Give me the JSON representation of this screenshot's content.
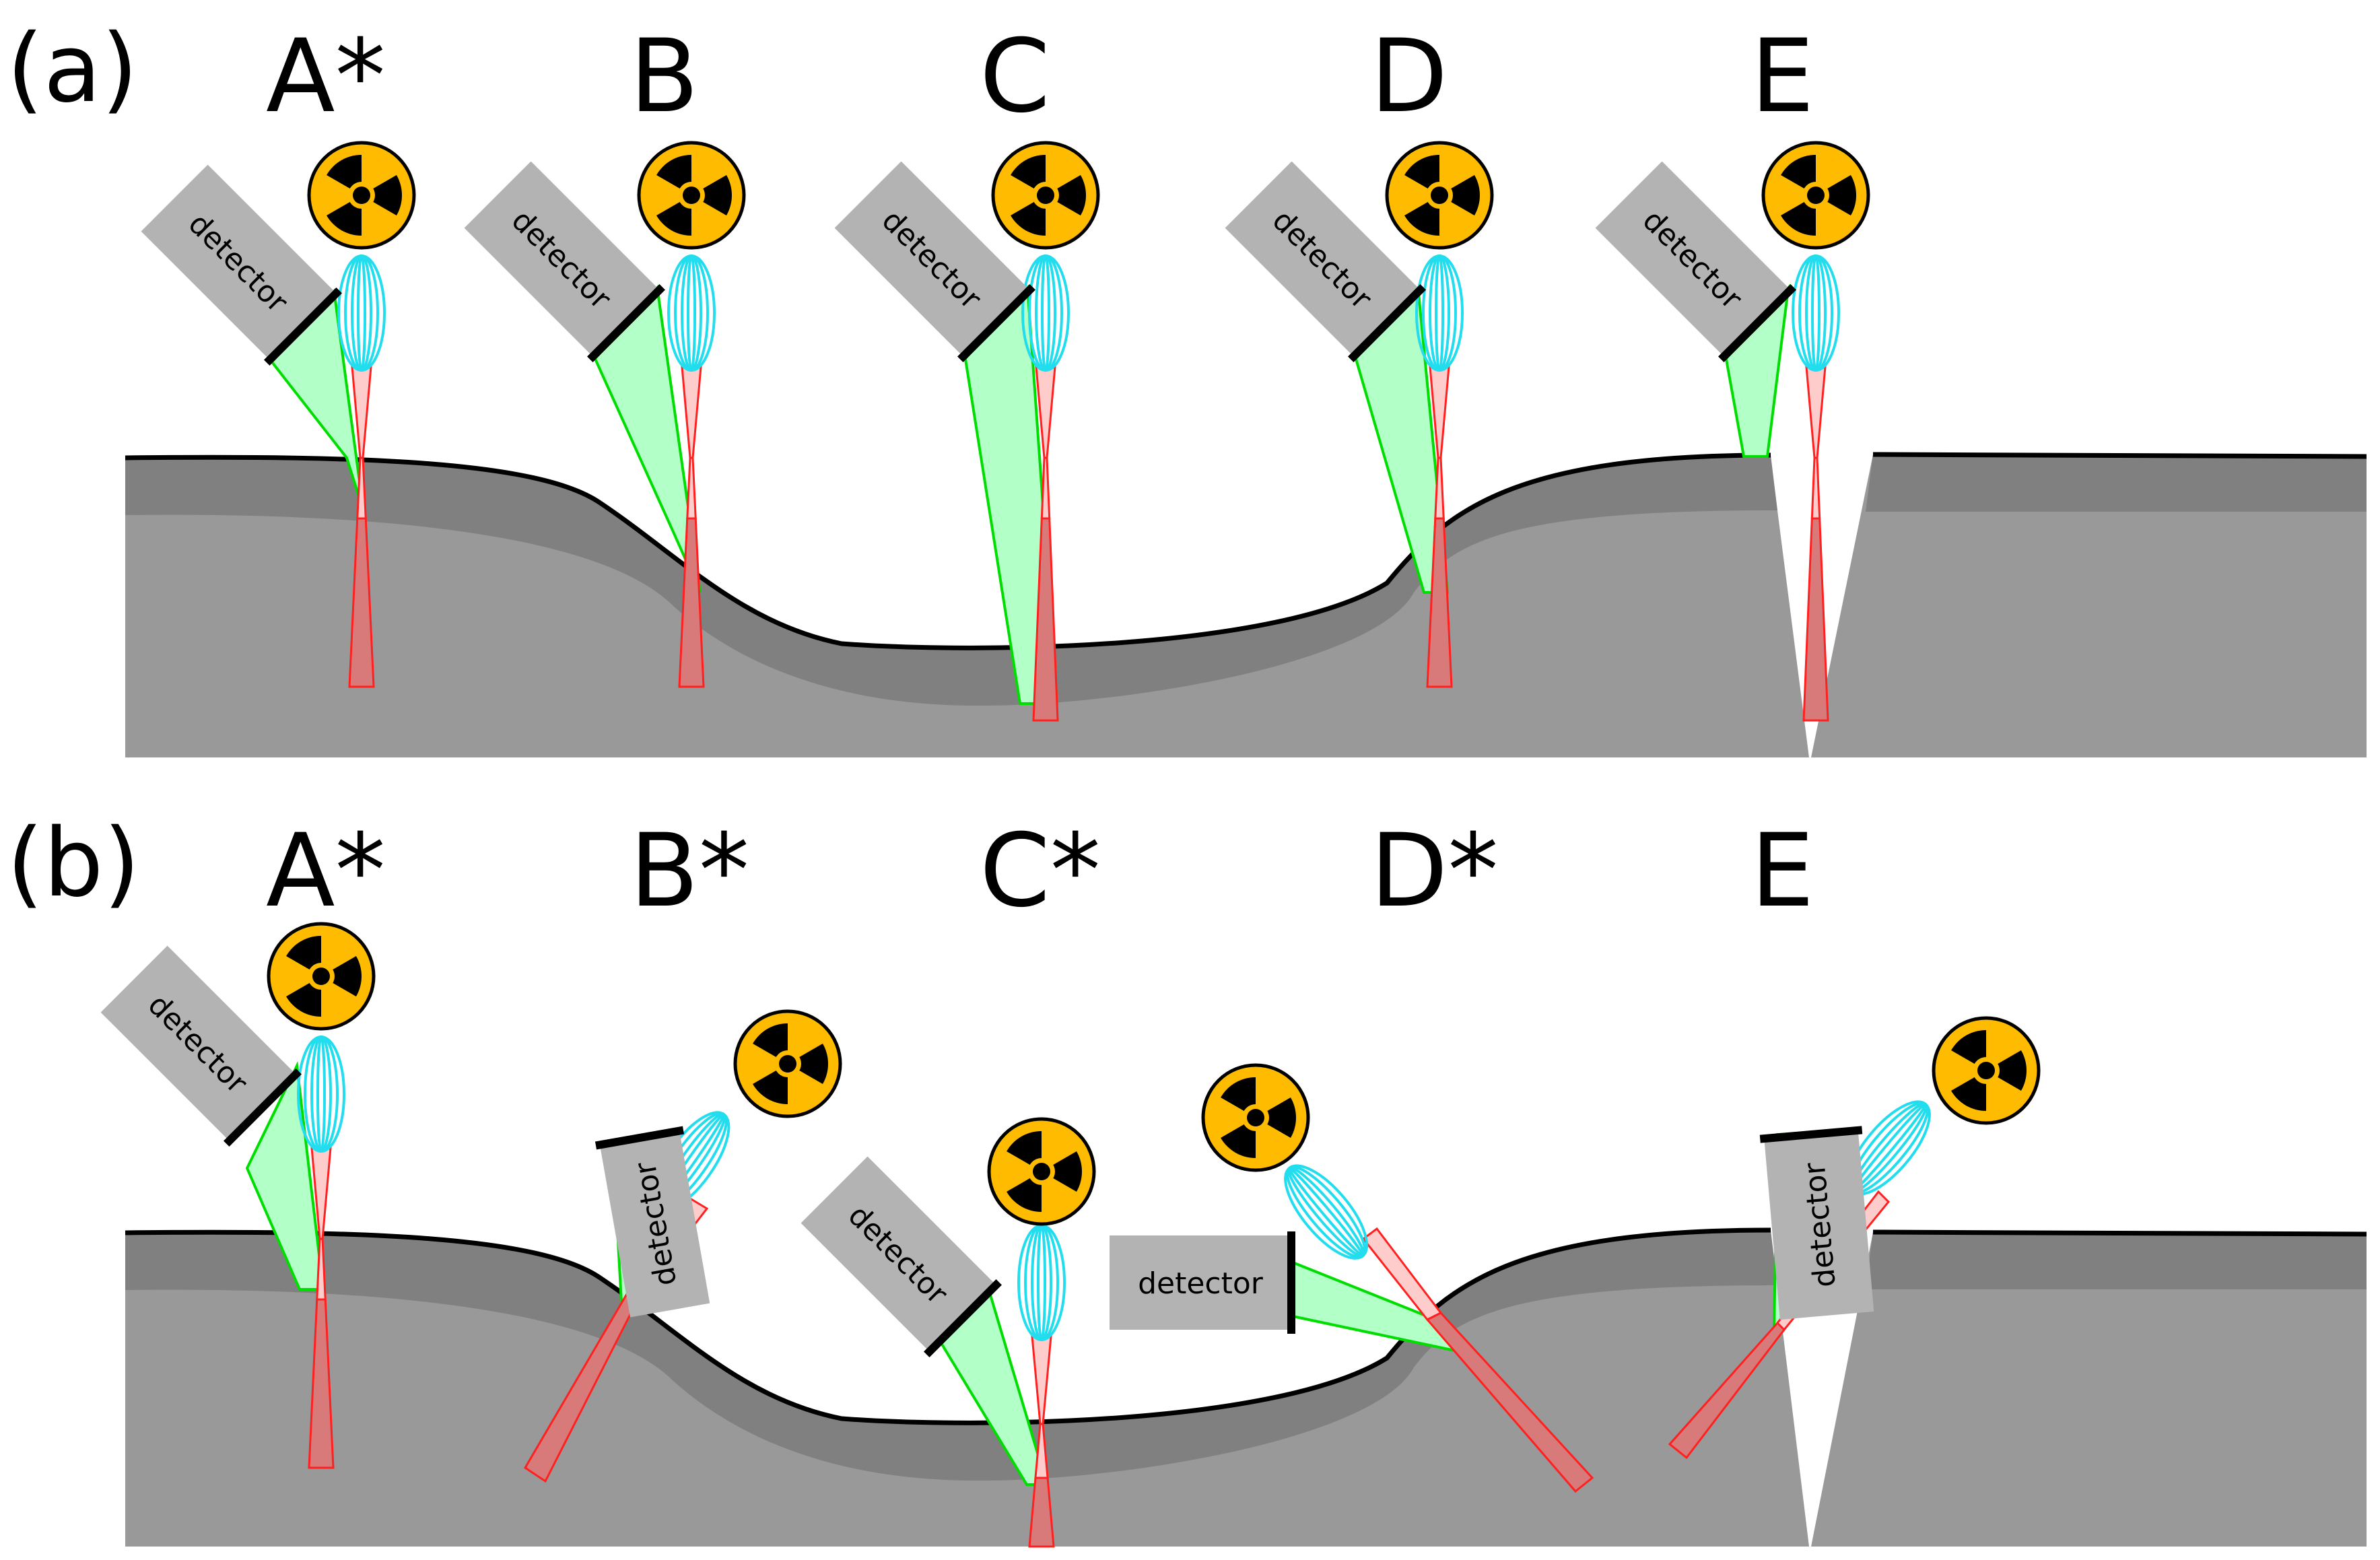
{
  "figure": {
    "panels": [
      {
        "label": "(a)",
        "positions": [
          "A*",
          "B",
          "C",
          "D",
          "E"
        ]
      },
      {
        "label": "(b)",
        "positions": [
          "A*",
          "B*",
          "C*",
          "D*",
          "E"
        ]
      }
    ],
    "detector_label": "detector",
    "icons": {
      "source": "radiation-source-icon",
      "optic": "x-ray-optic-icon",
      "detector": "detector-box-icon"
    },
    "colors": {
      "sample_fill": "#999999",
      "sample_layer": "#808080",
      "surface_line": "#000000",
      "detector_fill": "#b3b3b3",
      "fluorescence_fill": "#b3ffc8",
      "fluorescence_stroke": "#00dd00",
      "beam_stroke": "#ff2020",
      "beam_fill_air": "#ffcccc",
      "beam_fill_sample": "#d97a7a",
      "optic_stroke": "#22ddee",
      "source_fill": "#ffbb00",
      "source_symbol": "#000000"
    }
  }
}
